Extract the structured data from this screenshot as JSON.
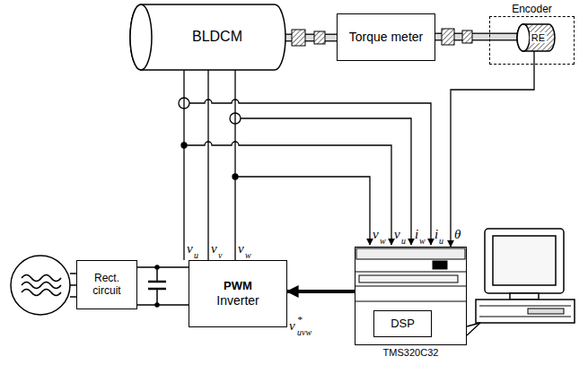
{
  "diagram": {
    "nodes": [
      {
        "text": [
          "BLDCM"
        ]
      },
      {
        "text": [
          "Torque meter"
        ]
      },
      {
        "text": [
          "Encoder"
        ]
      },
      {
        "text": [
          "RE"
        ],
        "in": 2
      },
      {
        "text": [
          "Rect. circuit"
        ]
      },
      {
        "text": [
          "PWM",
          "Inverter"
        ]
      },
      {
        "text": [
          "TMS320C32"
        ]
      },
      {
        "text": [
          "DSP"
        ],
        "in": 6
      }
    ],
    "edges": [
      {
        "from": 0,
        "to": 1,
        "arrow": "none"
      },
      {
        "from": 1,
        "to": 3,
        "arrow": "none"
      },
      {
        "from": 0,
        "to": 5,
        "arrow": "none"
      },
      {
        "from": 0,
        "to": 5,
        "arrow": "none"
      },
      {
        "from": 0,
        "to": 5,
        "arrow": "none"
      },
      {
        "from": 4,
        "to": 5,
        "arrow": "none"
      },
      {
        "from": 4,
        "to": 5,
        "arrow": "none"
      },
      {
        "from": 2,
        "to": 6,
        "arrow": "to"
      },
      {
        "from": 6,
        "to": 5,
        "arrow": "to"
      }
    ],
    "labels": [
      "v",
      "u",
      "v",
      "v",
      "v",
      "w",
      "v",
      "w",
      "v",
      "u",
      "i",
      "w",
      "i",
      "u",
      "θ",
      "v",
      "*",
      "uvw"
    ]
  }
}
